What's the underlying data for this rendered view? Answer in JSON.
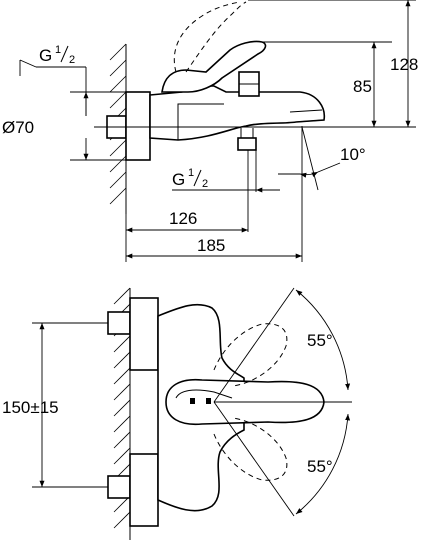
{
  "side_view": {
    "thread_top": {
      "prefix": "G",
      "num": "1",
      "den": "2"
    },
    "diameter": "Ø70",
    "thread_bottom": {
      "prefix": "G",
      "num": "1",
      "den": "2"
    },
    "dim_126": "126",
    "dim_185": "185",
    "dim_128": "128",
    "dim_85": "85",
    "angle_10": "10°"
  },
  "front_view": {
    "dim_150": "150±15",
    "angle_top": "55°",
    "angle_bottom": "55°"
  }
}
